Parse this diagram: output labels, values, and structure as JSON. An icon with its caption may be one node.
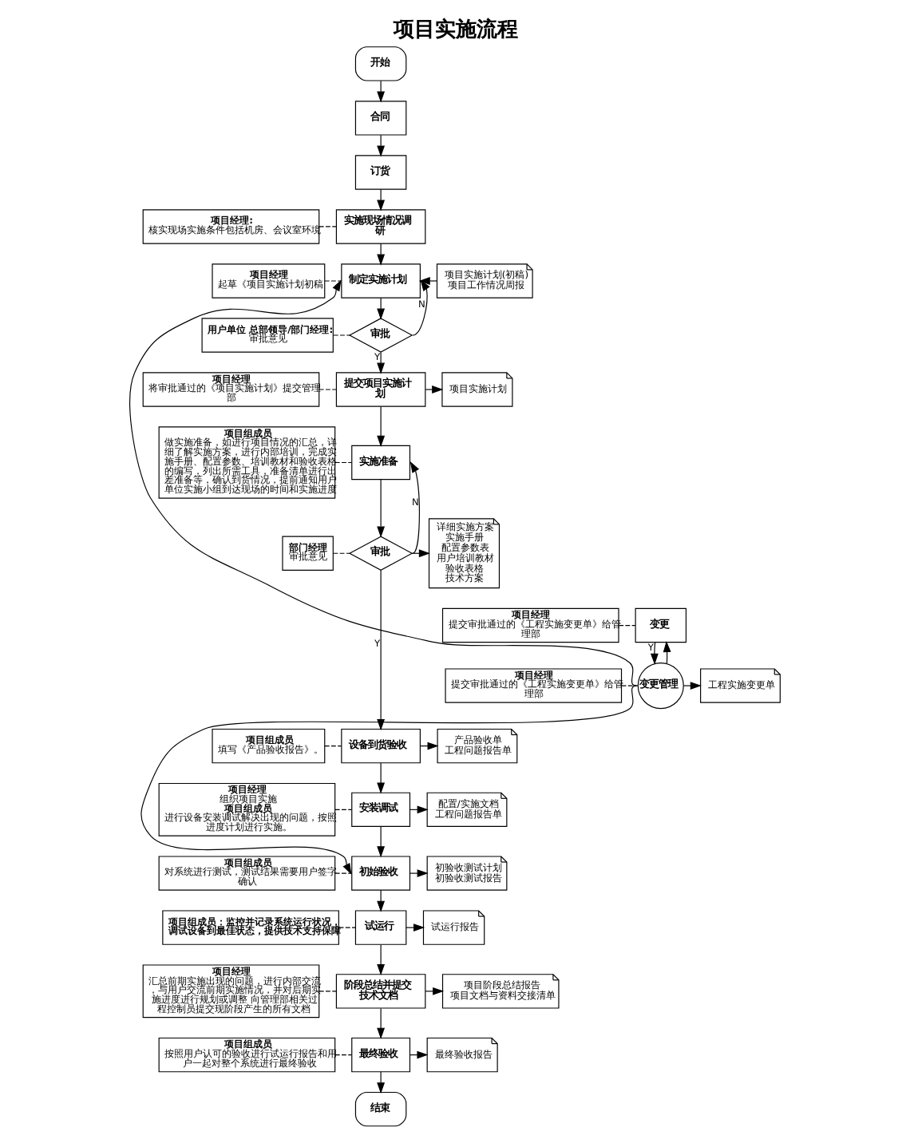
{
  "diagram": {
    "title": "项目实施流程",
    "nodes": [
      {
        "text": [
          "开始"
        ]
      },
      {
        "text": [
          "合同"
        ]
      },
      {
        "text": [
          "订货"
        ]
      },
      {
        "text": [
          "实施现场情况调研"
        ]
      },
      {
        "text": [
          "制定实施计划"
        ]
      },
      {
        "text": [
          "审批"
        ]
      },
      {
        "text": [
          "提交项目实施计划"
        ]
      },
      {
        "text": [
          "实施准备"
        ]
      },
      {
        "text": [
          "审批"
        ]
      },
      {
        "text": [
          "变更"
        ]
      },
      {
        "text": [
          "变更管理"
        ]
      },
      {
        "text": [
          "设备到货验收"
        ]
      },
      {
        "text": [
          "安装调试"
        ]
      },
      {
        "text": [
          "初始验收"
        ]
      },
      {
        "text": [
          "试运行"
        ]
      },
      {
        "text": [
          "阶段总结并提交技术文档"
        ]
      },
      {
        "text": [
          "最终验收"
        ]
      },
      {
        "text": [
          "结束"
        ]
      },
      {
        "text": [
          "项目经理:",
          "核实现场实施条件包括机房、会议室环境"
        ]
      },
      {
        "text": [
          "项目经理",
          "起草《项目实施计划初稿"
        ]
      },
      {
        "text": [
          "用户单位 总部领导/部门经理:",
          "审批意见"
        ]
      },
      {
        "text": [
          "项目经理",
          "将审批通过的《项目实施计划》提交管理部"
        ]
      },
      {
        "text": [
          "项目组成员",
          "做实施准备，如进行项目情况的汇总，详细了解实施方案，进行内部培训，完成实施手册、配置参数、培训教材和验收表格的编写，列出所需工具，准备清单进行出差准备等，确认到货情况，提前通知用户单位实施小组到达现场的时间和实施进度"
        ]
      },
      {
        "text": [
          "部门经理",
          "审批意见"
        ]
      },
      {
        "text": [
          "项目经理",
          "提交审批通过的《工程实施变更单》给管理部"
        ]
      },
      {
        "text": [
          "项目经理",
          "提交审批通过的《工程实施变更单》给管理部"
        ]
      },
      {
        "text": [
          "项目组成员",
          "填写《产品验收报告》。"
        ]
      },
      {
        "text": [
          "项目经理",
          "组织项目实施",
          "项目组成员",
          "进行设备安装调试解决出现的问题，按照进度计划进行实施。"
        ]
      },
      {
        "text": [
          "项目组成员",
          "对系统进行测试，测试结果需要用户签字确认"
        ]
      },
      {
        "text": [
          "项目组成员：监控并记录系统运行状况，调试设备到最佳状态，提供技术支持保障"
        ]
      },
      {
        "text": [
          "项目经理",
          "汇总前期实施出现的问题，进行内部交流，与用户交流前期实施情况，并对后期实施进度进行规划或调整 向管理部相关过程控制员提交现阶段产生的所有文档"
        ]
      },
      {
        "text": [
          "项目组成员",
          "按照用户认可的验收进行试运行报告和用户一起对整个系统进行最终验收"
        ]
      },
      {
        "text": [
          "项目实施计划(初稿)",
          "项目工作情况周报"
        ]
      },
      {
        "text": [
          "项目实施计划"
        ]
      },
      {
        "text": [
          "详细实施方案",
          "实施手册",
          "配置参数表",
          "用户培训教材",
          "验收表格",
          "技术方案"
        ]
      },
      {
        "text": [
          "工程实施变更单"
        ]
      },
      {
        "text": [
          "产品验收单",
          "工程问题报告单"
        ]
      },
      {
        "text": [
          "配置/实施文档",
          "工程问题报告单"
        ]
      },
      {
        "text": [
          "初验收测试计划",
          "初验收测试报告"
        ]
      },
      {
        "text": [
          "试运行报告"
        ]
      },
      {
        "text": [
          "项目阶段总结报告",
          "项目文档与资料交接清单"
        ]
      },
      {
        "text": [
          "最终验收报告"
        ]
      }
    ],
    "edges": [
      {
        "from": 0,
        "to": 1,
        "arrow": "to"
      },
      {
        "from": 1,
        "to": 2,
        "arrow": "to"
      },
      {
        "from": 2,
        "to": 3,
        "arrow": "to"
      },
      {
        "from": 3,
        "to": 4,
        "arrow": "to"
      },
      {
        "from": 4,
        "to": 5,
        "arrow": "to"
      },
      {
        "from": 5,
        "to": 4,
        "arrow": "to",
        "label": "N"
      },
      {
        "from": 5,
        "to": 6,
        "arrow": "to",
        "label": "Y"
      },
      {
        "from": 6,
        "to": 7,
        "arrow": "to"
      },
      {
        "from": 7,
        "to": 8,
        "arrow": "to"
      },
      {
        "from": 8,
        "to": 7,
        "arrow": "to",
        "label": "N"
      },
      {
        "from": 8,
        "to": 11,
        "arrow": "to",
        "label": "Y"
      },
      {
        "from": 9,
        "to": 10,
        "arrow": "to",
        "label": "Y"
      },
      {
        "from": 10,
        "to": 9,
        "arrow": "to"
      },
      {
        "from": 10,
        "to": 4,
        "arrow": "to"
      },
      {
        "from": 10,
        "to": 13,
        "arrow": "to"
      },
      {
        "from": 11,
        "to": 12,
        "arrow": "to"
      },
      {
        "from": 12,
        "to": 13,
        "arrow": "to"
      },
      {
        "from": 13,
        "to": 14,
        "arrow": "to"
      },
      {
        "from": 14,
        "to": 15,
        "arrow": "to"
      },
      {
        "from": 15,
        "to": 16,
        "arrow": "to"
      },
      {
        "from": 16,
        "to": 17,
        "arrow": "to"
      },
      {
        "from": 18,
        "to": 3,
        "arrow": "none",
        "style": "dashed"
      },
      {
        "from": 19,
        "to": 4,
        "arrow": "none",
        "style": "dashed"
      },
      {
        "from": 20,
        "to": 5,
        "arrow": "none",
        "style": "dashed"
      },
      {
        "from": 21,
        "to": 6,
        "arrow": "none",
        "style": "dashed"
      },
      {
        "from": 22,
        "to": 7,
        "arrow": "none",
        "style": "dashed"
      },
      {
        "from": 23,
        "to": 8,
        "arrow": "none",
        "style": "dashed"
      },
      {
        "from": 24,
        "to": 9,
        "arrow": "none",
        "style": "dashed"
      },
      {
        "from": 25,
        "to": 10,
        "arrow": "none",
        "style": "dashed"
      },
      {
        "from": 26,
        "to": 11,
        "arrow": "none",
        "style": "dashed"
      },
      {
        "from": 27,
        "to": 12,
        "arrow": "none",
        "style": "dashed"
      },
      {
        "from": 28,
        "to": 13,
        "arrow": "none",
        "style": "dashed"
      },
      {
        "from": 29,
        "to": 14,
        "arrow": "none",
        "style": "dashed"
      },
      {
        "from": 30,
        "to": 15,
        "arrow": "none",
        "style": "dashed"
      },
      {
        "from": 31,
        "to": 16,
        "arrow": "none",
        "style": "dashed"
      },
      {
        "from": 32,
        "to": 4,
        "arrow": "to"
      },
      {
        "from": 6,
        "to": 33,
        "arrow": "to"
      },
      {
        "from": 8,
        "to": 34,
        "arrow": "to"
      },
      {
        "from": 10,
        "to": 35,
        "arrow": "to"
      },
      {
        "from": 11,
        "to": 36,
        "arrow": "to"
      },
      {
        "from": 12,
        "to": 37,
        "arrow": "to"
      },
      {
        "from": 13,
        "to": 38,
        "arrow": "to"
      },
      {
        "from": 14,
        "to": 39,
        "arrow": "to"
      },
      {
        "from": 15,
        "to": 40,
        "arrow": "to"
      },
      {
        "from": 16,
        "to": 41,
        "arrow": "to"
      }
    ]
  }
}
